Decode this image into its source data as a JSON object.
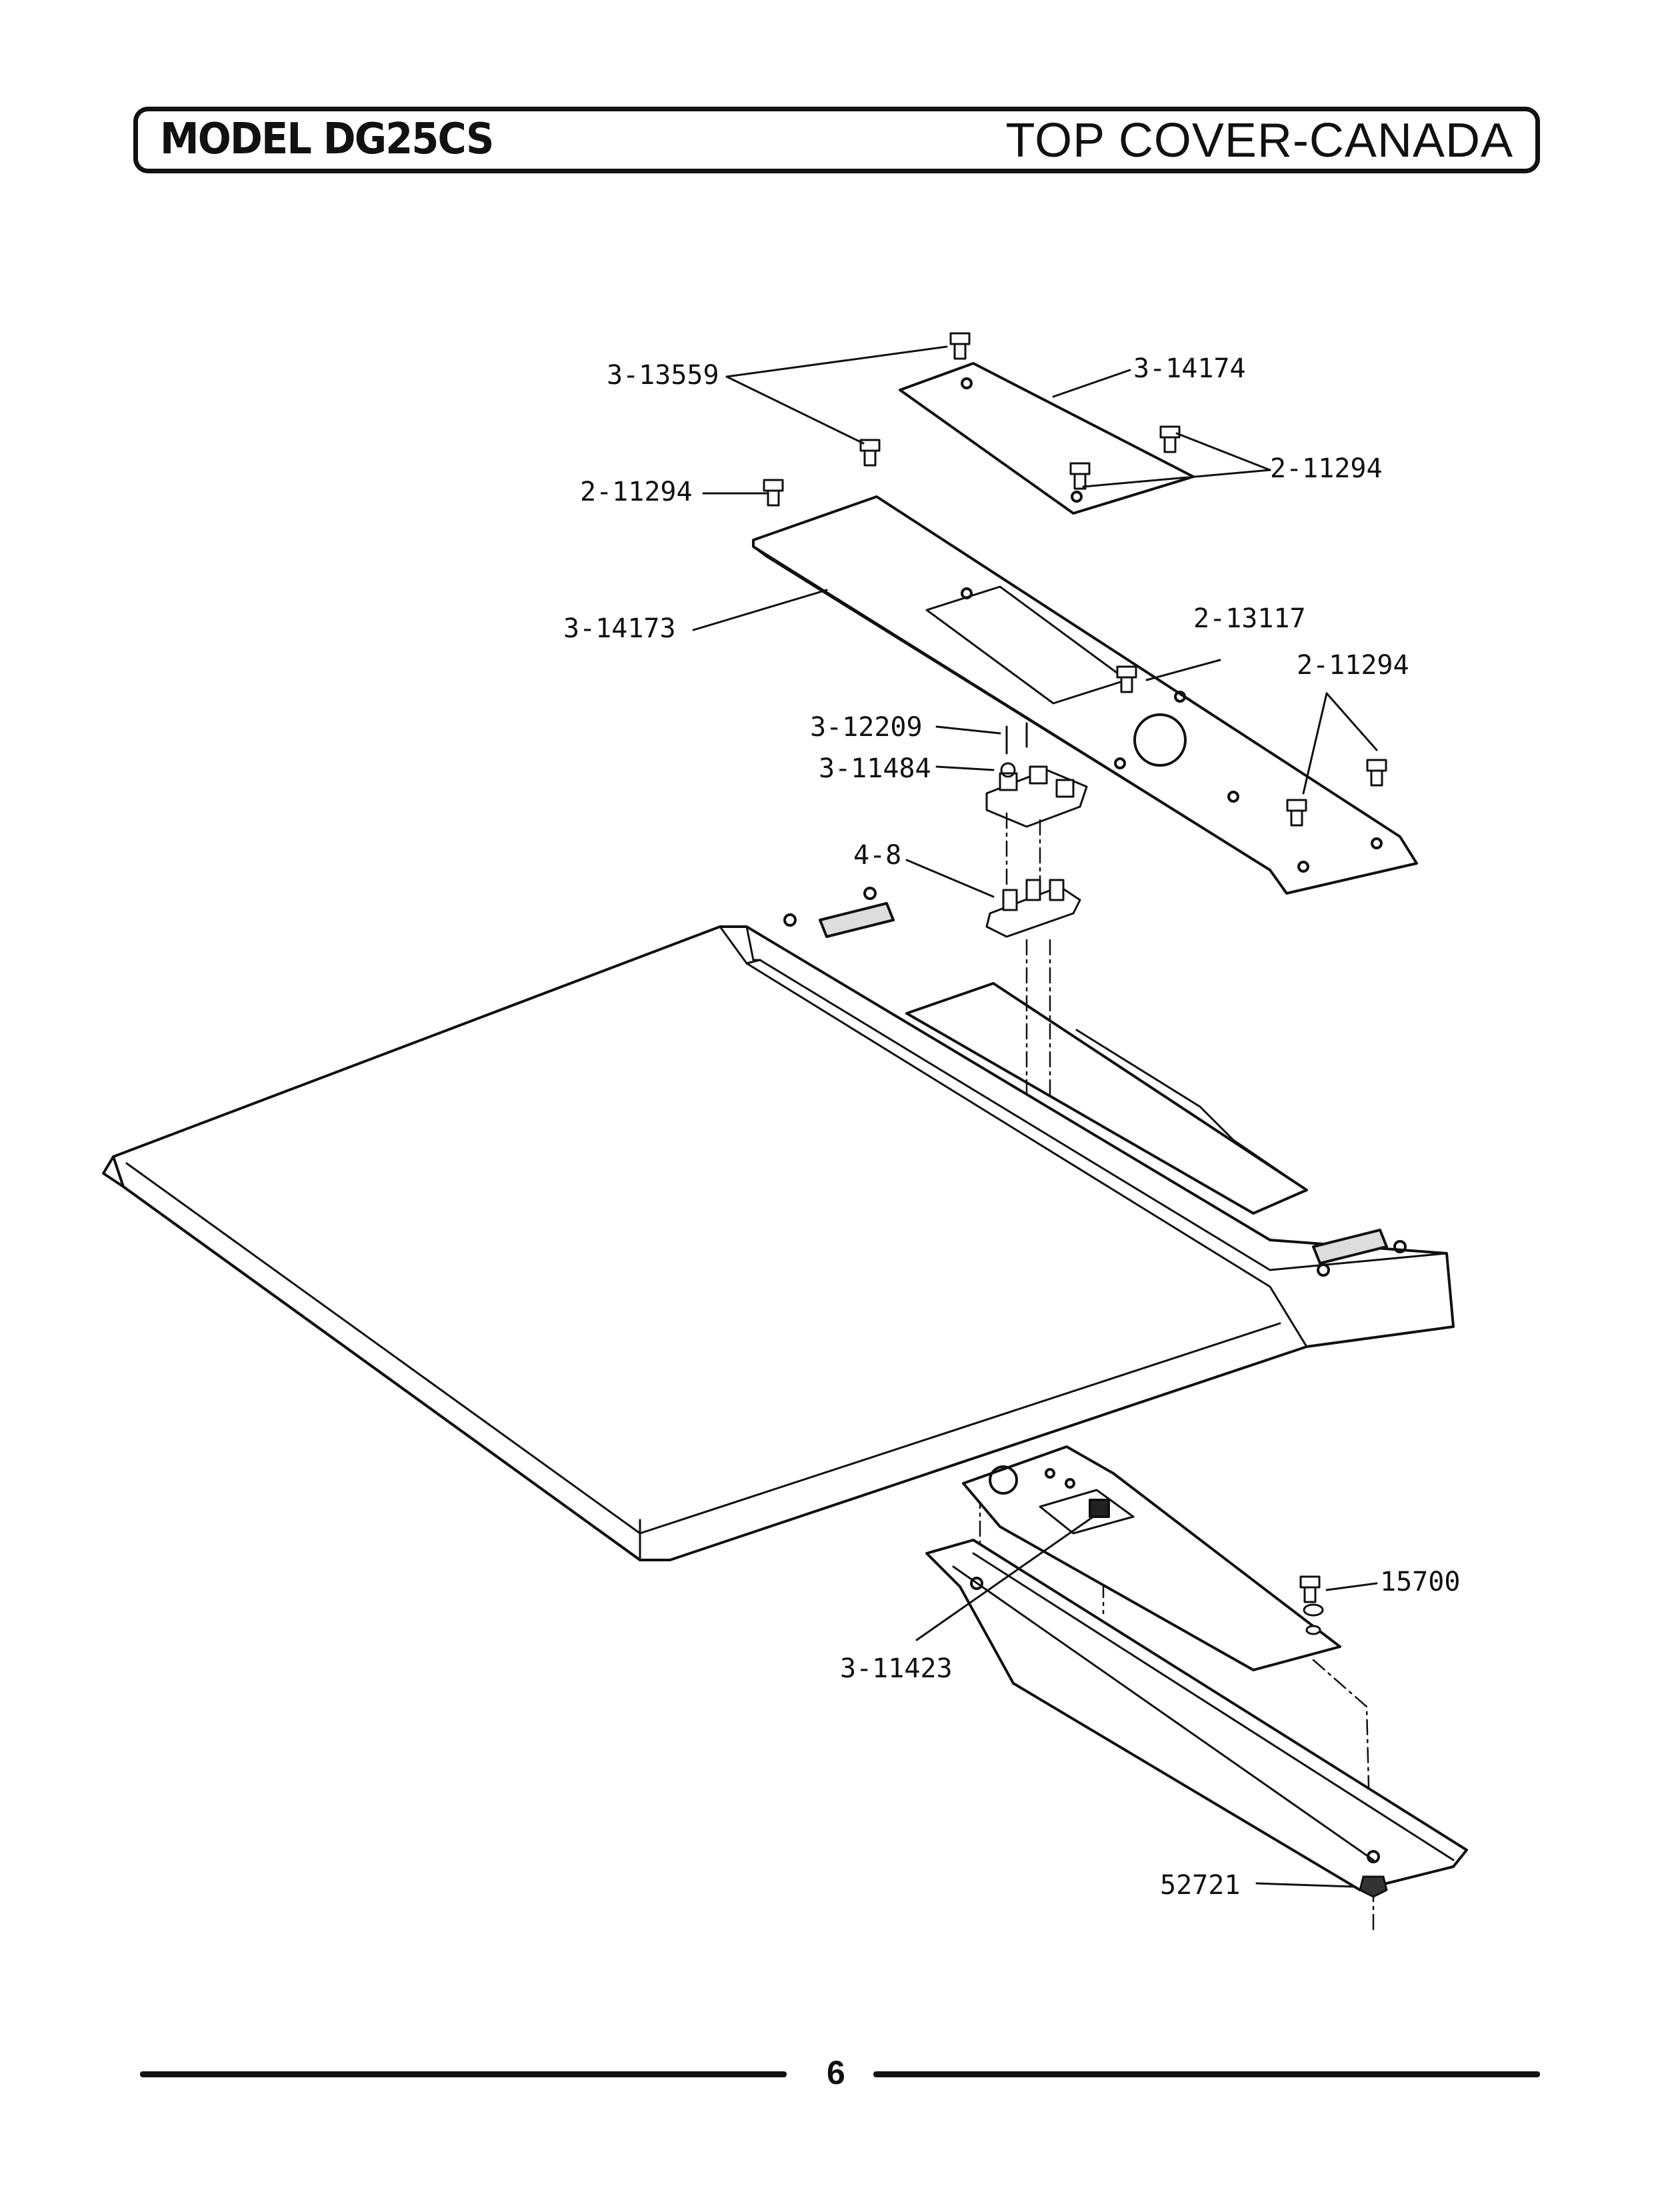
{
  "header": {
    "model": "MODEL DG25CS",
    "section": "TOP COVER-CANADA"
  },
  "parts": {
    "p_3_13559": "3-13559",
    "p_3_14174": "3-14174",
    "p_2_11294_a": "2-11294",
    "p_2_11294_b": "2-11294",
    "p_3_14173": "3-14173",
    "p_2_13117": "2-13117",
    "p_2_11294_c": "2-11294",
    "p_3_12209": "3-12209",
    "p_3_11484": "3-11484",
    "p_4_8": "4-8",
    "p_15700": "15700",
    "p_3_11423": "3-11423",
    "p_52721": "52721"
  },
  "footer": {
    "page_number": "6"
  }
}
